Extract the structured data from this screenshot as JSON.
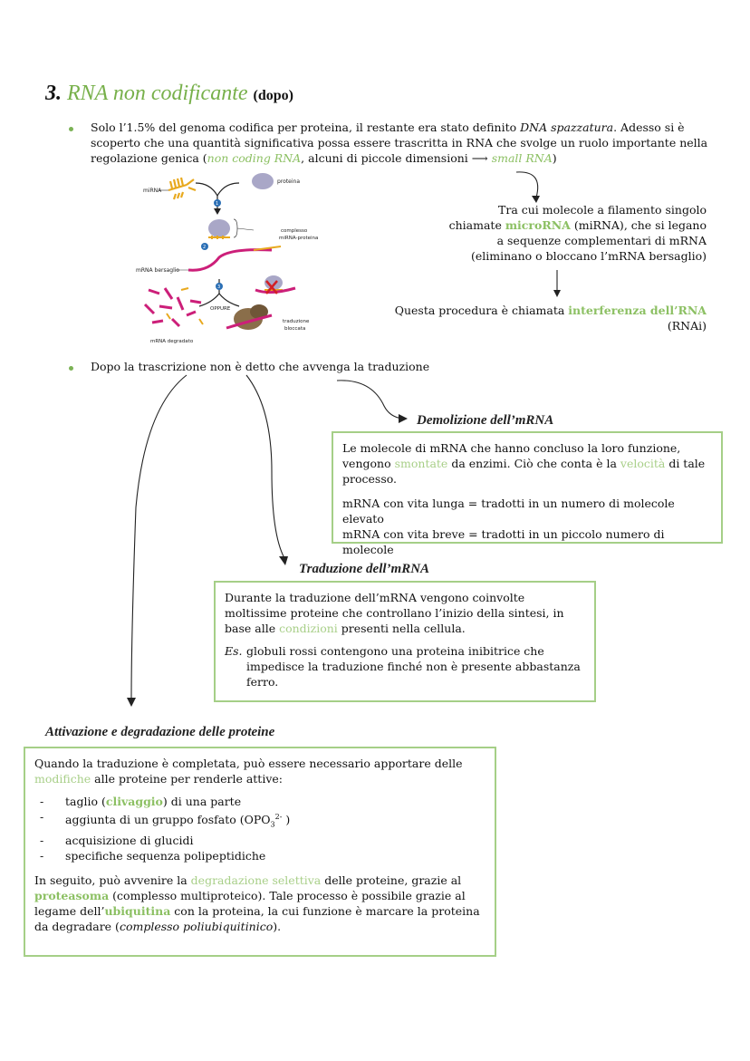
{
  "heading": {
    "number": "3.",
    "title": "RNA non codificante",
    "suffix": "(dopo)"
  },
  "intro": {
    "part1": "Solo l’1.5% del genoma codifica per proteina, il restante era stato definito ",
    "dna_term": "DNA spazzatura",
    "part2": ". Adesso si è scoperto che una quantità significativa possa essere trascritta in RNA che svolge un ruolo importante nella regolazione genica (",
    "ncrna": "non coding RNA",
    "part3": ", alcuni di piccole dimensioni ",
    "arrow": "⟶",
    "small_rna": "small RNA",
    "part4": ")"
  },
  "diagram": {
    "mirna": "miRNA",
    "proteina": "proteina",
    "complesso": "complesso",
    "complesso2": "miRNA-proteina",
    "mrna_bersaglio": "mRNA bersaglio",
    "oppure": "OPPURE",
    "traduzione": "traduzione",
    "bloccata": "bloccata",
    "mrna_degradato": "mRNA degradato",
    "step1": "1",
    "step2": "2",
    "step3": "3"
  },
  "mirna_note": {
    "line1": "Tra cui molecole a filamento singolo",
    "line2a": "chiamate ",
    "line2b": "microRNA",
    "line2c": " (miRNA), che si legano",
    "line3": "a sequenze complementari di mRNA",
    "line4": "(eliminano o bloccano l’mRNA bersaglio)"
  },
  "rnai_note": {
    "part1": "Questa procedura è chiamata ",
    "term": "interferenza dell’RNA",
    "part2": " (RNAi)"
  },
  "bullet2": "Dopo la trascrizione non è detto che avvenga la traduzione",
  "demolizione": {
    "title": "Demolizione dell’mRNA",
    "p1a": "Le molecole di mRNA che hanno concluso la loro funzione, vengono ",
    "p1b": "smontate",
    "p1c": " da enzimi. Ciò che conta è la ",
    "p1d": "velocità",
    "p1e": " di tale processo.",
    "l1": "mRNA con vita lunga = tradotti in un numero di molecole elevato",
    "l2": "mRNA con vita breve = tradotti in un piccolo numero di molecole"
  },
  "traduzione": {
    "title": "Traduzione dell’mRNA",
    "p1a": "Durante la traduzione dell’mRNA vengono coinvolte moltissime proteine che controllano l’inizio della sintesi, in base alle ",
    "p1b": "condizioni",
    "p1c": " presenti nella cellula.",
    "es": "Es.",
    "es_text": "globuli rossi contengono una proteina inibitrice che impedisce la traduzione finché non è presente abbastanza ferro."
  },
  "attivazione": {
    "title": "Attivazione e degradazione delle proteine",
    "p1a": "Quando la traduzione è completata, può essere necessario apportare delle ",
    "p1b": "modifiche",
    "p1c": " alle proteine per renderle attive:",
    "items": {
      "i1a": "taglio (",
      "i1b": "clivaggio",
      "i1c": ") di una parte",
      "i2a": "aggiunta di un gruppo fosfato (OPO",
      "i2sub": "3",
      "i2sup": "2-",
      "i2c": " )",
      "i3": "acquisizione di glucidi",
      "i4": "specifiche sequenza polipeptidiche"
    },
    "p2a": "In seguito, può avvenire la ",
    "p2b": "degradazione selettiva",
    "p2c": " delle proteine, grazie al ",
    "p2d": "proteasoma",
    "p2e": " (complesso multiproteico). Tale processo è possibile grazie al legame dell’",
    "p2f": "ubiquitina",
    "p2g": " con la proteina, la cui funzione è marcare la proteina da degradare (",
    "p2h": "complesso poliubiquitinico",
    "p2i": ")."
  }
}
